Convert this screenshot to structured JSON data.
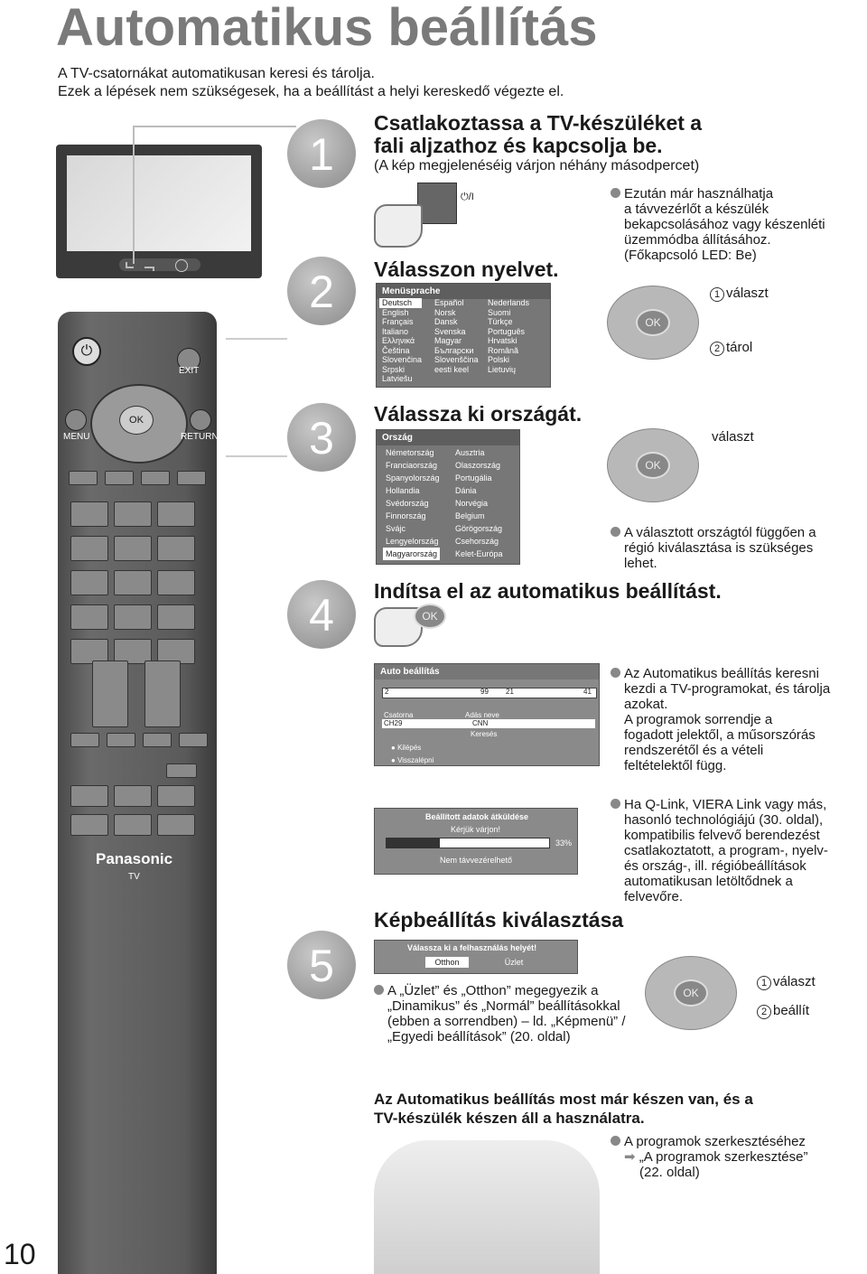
{
  "title": "Automatikus beállítás",
  "intro": [
    "A TV-csatornákat automatikusan keresi és tárolja.",
    "Ezek a lépések nem szükségesek, ha a beállítást a helyi kereskedő végezte el."
  ],
  "page_number": "10",
  "steps": {
    "s1": {
      "num": "1",
      "title_lines": [
        "Csatlakoztassa a TV-készüléket a",
        "fali aljzathoz és kapcsolja be."
      ],
      "sub": "(A kép megjelenéséig várjon néhány másodpercet)",
      "power_label": "⏻/I"
    },
    "s1_note": [
      "Ezután már használhatja",
      "a távvezérlőt a készülék",
      "bekapcsolásához vagy készenléti",
      "üzemmódba állításához.",
      "(Főkapcsoló LED: Be)"
    ],
    "s2": {
      "num": "2",
      "title": "Válasszon nyelvet.",
      "menu_title": "Menüsprache",
      "col1": [
        "Deutsch",
        "English",
        "Français",
        "Italiano",
        "Ελληνικά",
        "Čeština",
        "Slovenčina",
        "Srpski",
        "Latviešu"
      ],
      "col2": [
        "Español",
        "Norsk",
        "Dansk",
        "Svenska",
        "Magyar",
        "Български",
        "Slovenščina",
        "eesti keel"
      ],
      "col3": [
        "Nederlands",
        "Suomi",
        "Türkçe",
        "Português",
        "Hrvatski",
        "Română",
        "Polski",
        "Lietuvių"
      ],
      "select_label": "választ",
      "store_label": "tárol",
      "ok": "OK"
    },
    "s3": {
      "num": "3",
      "title": "Válassza ki országát.",
      "menu_title": "Ország",
      "col1": [
        "Németország",
        "Franciaország",
        "Spanyolország",
        "Hollandia",
        "Svédország",
        "Finnország",
        "Svájc",
        "Lengyelország",
        "Magyarország"
      ],
      "col2": [
        "Ausztria",
        "Olaszország",
        "Portugália",
        "Dánia",
        "Norvégia",
        "Belgium",
        "Görögország",
        "Csehország",
        "Kelet-Európa"
      ],
      "select_label": "választ",
      "ok": "OK",
      "note": [
        "A választott országtól függően a",
        "régió kiválasztása is szükséges",
        "lehet."
      ]
    },
    "s4": {
      "num": "4",
      "title": "Indítsa el az automatikus beállítást.",
      "ok": "OK",
      "auto_title": "Auto beállítás",
      "scale": [
        "2",
        "99",
        "21",
        "41"
      ],
      "head_ch": "Csatorna",
      "head_name": "Adás neve",
      "row_ch": "CH29",
      "row_name": "CNN",
      "searching": "Keresés",
      "exit": "Kilépés",
      "back": "Visszalépni",
      "note1": [
        "Az Automatikus beállítás keresni",
        "kezdi a TV-programokat, és tárolja",
        "azokat.",
        "A programok sorrendje a",
        "fogadott jelektől, a műsorszórás",
        "rendszerétől és a vételi",
        "feltételektől függ."
      ],
      "download_title": "Beállított adatok átküldése",
      "download_wait": "Kérjük várjon!",
      "download_pct": "33%",
      "download_remote": "Nem távvezérelhető",
      "download_progress": 0.33,
      "note2": [
        "Ha Q-Link, VIERA Link vagy más,",
        "hasonló technológiájú (30. oldal),",
        "kompatibilis felvevő berendezést",
        "csatlakoztatott, a program-, nyelv-",
        "és ország-, ill. régióbeállítások",
        "automatikusan letöltődnek a",
        "felvevőre."
      ]
    },
    "s5": {
      "num": "5",
      "title": "Képbeállítás kiválasztása",
      "prompt": "Válassza ki a felhasználás helyét!",
      "opt1": "Otthon",
      "opt2": "Üzlet",
      "note": [
        "A „Üzlet” és „Otthon” megegyezik a",
        "„Dinamikus” és „Normál” beállításokkal",
        "(ebben a sorrendben) – ld. „Képmenü” /",
        "„Egyedi beállítások” (20. oldal)"
      ],
      "select_label": "választ",
      "set_label": "beállít",
      "ok": "OK"
    }
  },
  "final": [
    "Az Automatikus beállítás most már készen van, és a",
    "TV-készülék készen áll a használatra."
  ],
  "final_note": [
    "A programok szerkesztéséhez",
    "„A programok szerkesztése”",
    "(22. oldal)"
  ],
  "remote": {
    "exit": "EXIT",
    "menu": "MENU",
    "return": "RETURN",
    "ok": "OK",
    "brand": "Panasonic",
    "tv": "TV"
  },
  "circ1": "1",
  "circ2": "2"
}
